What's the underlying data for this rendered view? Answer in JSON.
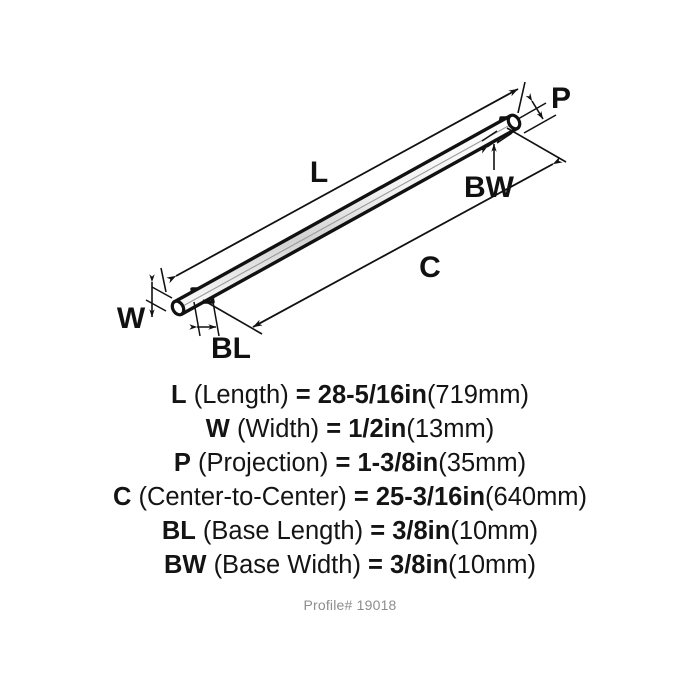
{
  "diagram": {
    "labels": {
      "length": "L",
      "width": "W",
      "projection": "P",
      "center_to_center": "C",
      "base_length": "BL",
      "base_width": "BW"
    }
  },
  "specs": [
    {
      "symbol": "L",
      "name": "(Length)",
      "equals": "=",
      "value_in": "28-5/16in",
      "value_mm": "(719mm)"
    },
    {
      "symbol": "W",
      "name": "(Width)",
      "equals": "=",
      "value_in": "1/2in",
      "value_mm": "(13mm)"
    },
    {
      "symbol": "P",
      "name": "(Projection)",
      "equals": "=",
      "value_in": "1-3/8in",
      "value_mm": "(35mm)"
    },
    {
      "symbol": "C",
      "name": "(Center-to-Center)",
      "equals": "=",
      "value_in": "25-3/16in",
      "value_mm": "(640mm)"
    },
    {
      "symbol": "BL",
      "name": "(Base Length)",
      "equals": "=",
      "value_in": "3/8in",
      "value_mm": "(10mm)"
    },
    {
      "symbol": "BW",
      "name": "(Base Width)",
      "equals": "=",
      "value_in": "3/8in",
      "value_mm": "(10mm)"
    }
  ],
  "profile": {
    "text": "Profile# 19018"
  },
  "colors": {
    "ink": "#111111",
    "background": "#ffffff",
    "profile_text": "#8d8d8d"
  }
}
